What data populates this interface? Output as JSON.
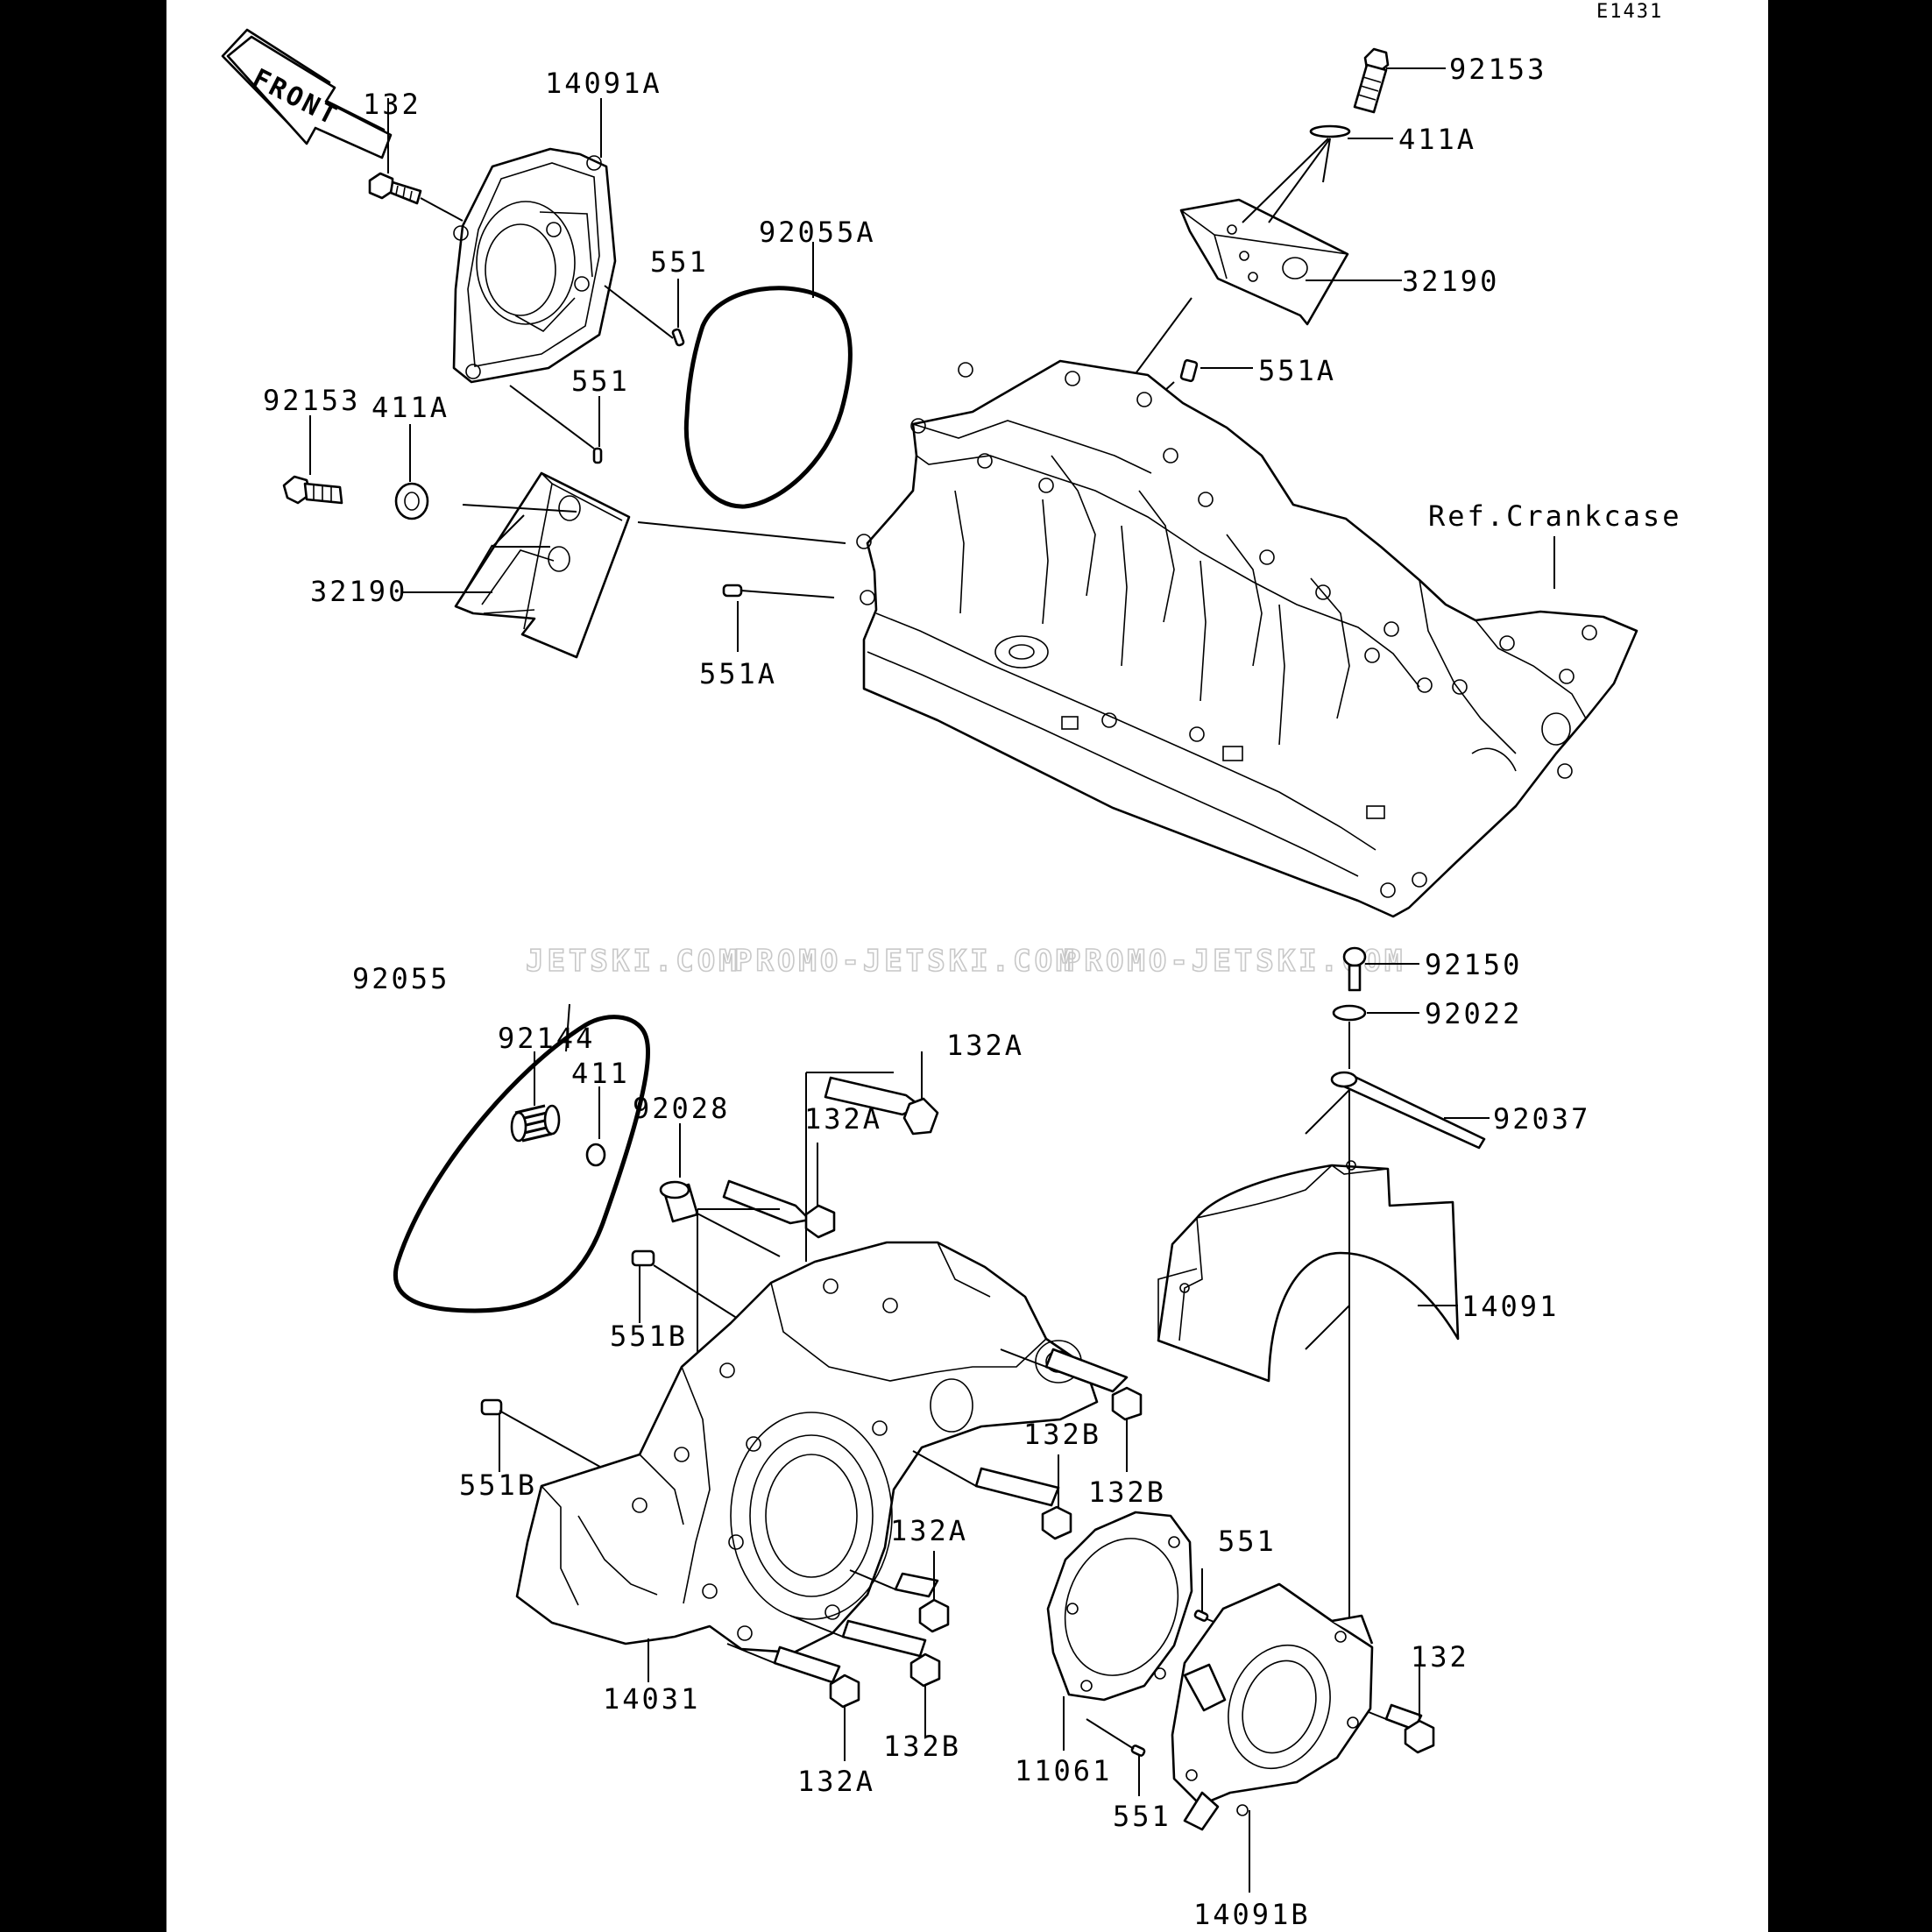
{
  "figure_id": "E1431",
  "front_marker": "FRONT",
  "reference_note": "Ref.Crankcase",
  "watermarks": [
    "JETSKI.COM",
    "PROMO-JETSKI.COM",
    "PROMO-JETSKI.COM"
  ],
  "labels": {
    "p92153_top": "92153",
    "p411A_top": "411A",
    "p32190_top": "32190",
    "p551A_top": "551A",
    "p132_top": "132",
    "p14091A": "14091A",
    "p92055A": "92055A",
    "p551_a": "551",
    "p551_b": "551",
    "p92153_left": "92153",
    "p411A_left": "411A",
    "p32190_left": "32190",
    "p551A_left": "551A",
    "p92055": "92055",
    "p92144": "92144",
    "p411": "411",
    "p92028": "92028",
    "p132A_1": "132A",
    "p132A_2": "132A",
    "p551B_1": "551B",
    "p551B_2": "551B",
    "p92150": "92150",
    "p92022": "92022",
    "p92037": "92037",
    "p14091": "14091",
    "p132B_1": "132B",
    "p132B_2": "132B",
    "p132A_3": "132A",
    "p551_c": "551",
    "p132_bottom": "132",
    "p14031": "14031",
    "p132A_4": "132A",
    "p132B_3": "132B",
    "p11061": "11061",
    "p551_d": "551",
    "p14091B": "14091B"
  }
}
